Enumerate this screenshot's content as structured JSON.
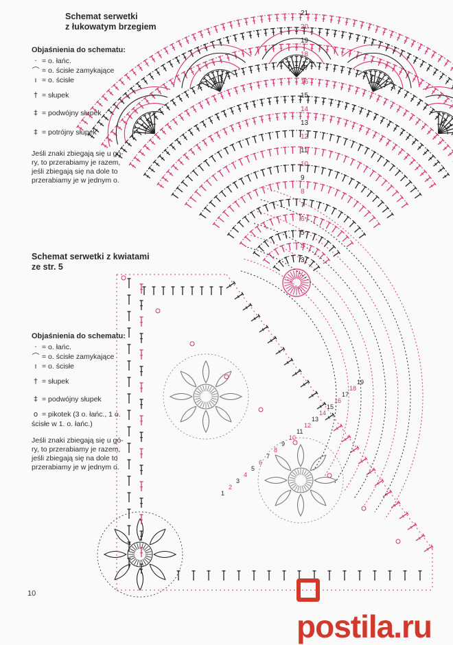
{
  "diagram1": {
    "title_line1": "Schemat serwetki",
    "title_line2": "z łukowatym brzegiem",
    "legend_title": "Objaśnienia do schematu:",
    "legend": [
      {
        "sym": "·",
        "label": "= o. łańc."
      },
      {
        "sym": "⌒",
        "label": "= o. ścisłe zamykające"
      },
      {
        "sym": "ı",
        "label": "= o. ścisłe"
      },
      {
        "sym": "†",
        "label": "= słupek"
      },
      {
        "sym": "‡",
        "label": "= podwójny słupek"
      },
      {
        "sym": "‡",
        "label": "= potrójny słupek"
      }
    ],
    "note": [
      "Jeśli znaki zbiegają się u gó-",
      "ry, to przerabiamy je razem,",
      "jeśli zbiegają się na dole to",
      "przerabiamy je w jednym o."
    ],
    "row_numbers": [
      "21",
      "20",
      "19",
      "18",
      "17",
      "16",
      "15",
      "14",
      "13",
      "12",
      "11",
      "10",
      "9",
      "8",
      "7",
      "6",
      "5",
      "4",
      "3"
    ]
  },
  "diagram2": {
    "title_line1": "Schemat serwetki z kwiatami",
    "title_line2": "ze str. 5",
    "legend_title": "Objaśnienia do schematu:",
    "legend": [
      {
        "sym": "·",
        "label": "= o. łańc."
      },
      {
        "sym": "⌒",
        "label": "= o. ścisłe zamykające"
      },
      {
        "sym": "ı",
        "label": "= o. ścisłe"
      },
      {
        "sym": "†",
        "label": "= słupek"
      },
      {
        "sym": "‡",
        "label": "= podwójny słupek"
      },
      {
        "sym": "o",
        "label": "= pikotek (3 o. łańc., 1 o."
      }
    ],
    "legend_extra": "ścisłe w 1. o. łańc.)",
    "note": [
      "Jeśli znaki zbiegają się u gó-",
      "ry, to przerabiamy je razem,",
      "jeśli zbiegają się na dole to",
      "przerabiamy je w jednym o."
    ],
    "row_numbers": [
      "19",
      "18",
      "17",
      "16",
      "15",
      "14",
      "13",
      "12",
      "11",
      "10",
      "9",
      "8",
      "7",
      "6",
      "5",
      "4",
      "3",
      "2",
      "1"
    ]
  },
  "page_number": "10",
  "watermark": "postila.ru",
  "colors": {
    "pink": "#d6336f",
    "black": "#222222",
    "grey": "#777777"
  }
}
